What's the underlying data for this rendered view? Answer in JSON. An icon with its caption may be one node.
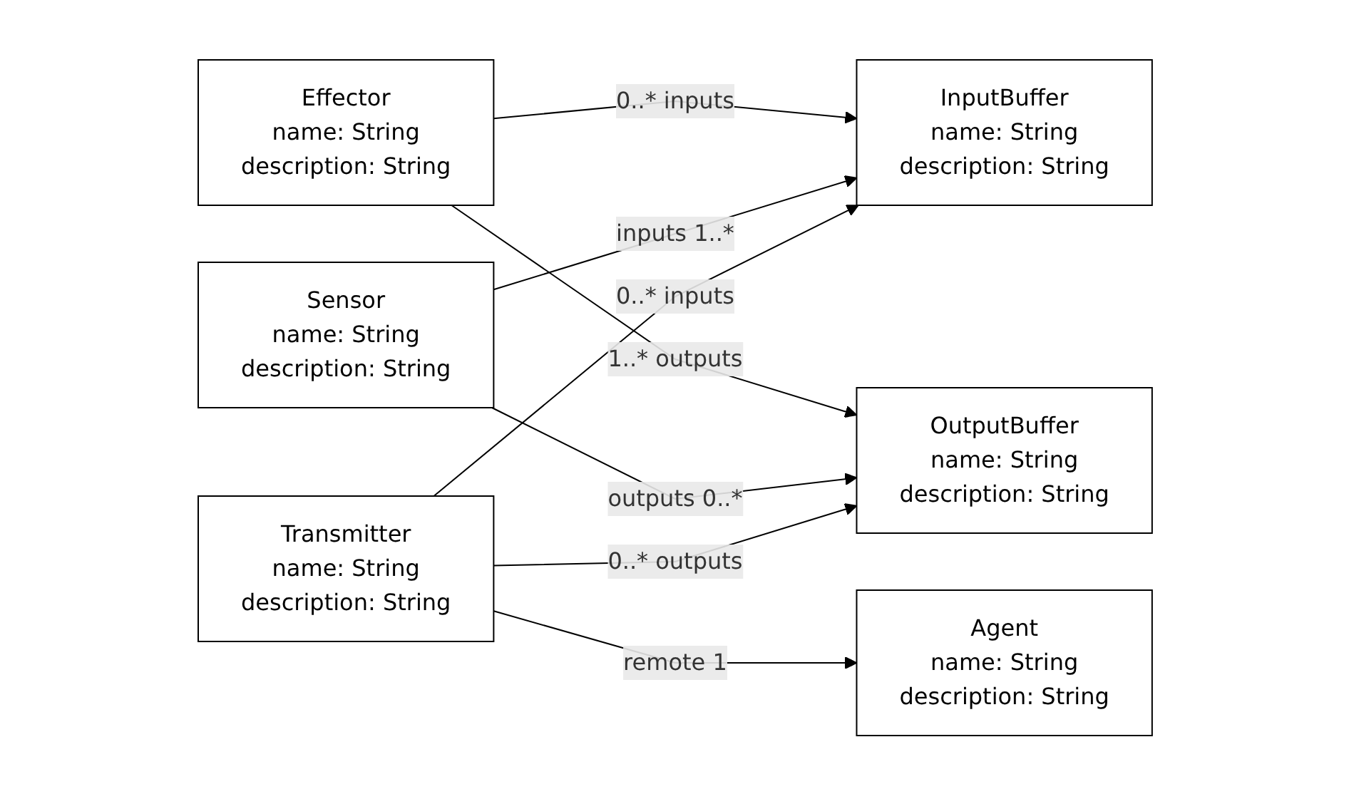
{
  "diagram": {
    "nodes": [
      {
        "text": [
          "Effector",
          "name: String",
          "description: String"
        ]
      },
      {
        "text": [
          "InputBuffer",
          "name: String",
          "description: String"
        ]
      },
      {
        "text": [
          "Sensor",
          "name: String",
          "description: String"
        ]
      },
      {
        "text": [
          "OutputBuffer",
          "name: String",
          "description: String"
        ]
      },
      {
        "text": [
          "Transmitter",
          "name: String",
          "description: String"
        ]
      },
      {
        "text": [
          "Agent",
          "name: String",
          "description: String"
        ]
      }
    ],
    "edges": [
      {
        "from": 0,
        "to": 1,
        "arrow": "to",
        "label": "0..* inputs"
      },
      {
        "from": 0,
        "to": 3,
        "arrow": "to",
        "label": "1..* outputs"
      },
      {
        "from": 2,
        "to": 1,
        "arrow": "to",
        "label": "inputs 1..*"
      },
      {
        "from": 2,
        "to": 3,
        "arrow": "to",
        "label": "outputs 0..*"
      },
      {
        "from": 4,
        "to": 1,
        "arrow": "to",
        "label": "0..* inputs"
      },
      {
        "from": 4,
        "to": 3,
        "arrow": "to",
        "label": "0..* outputs"
      },
      {
        "from": 4,
        "to": 5,
        "arrow": "to",
        "label": "remote 1"
      }
    ]
  }
}
